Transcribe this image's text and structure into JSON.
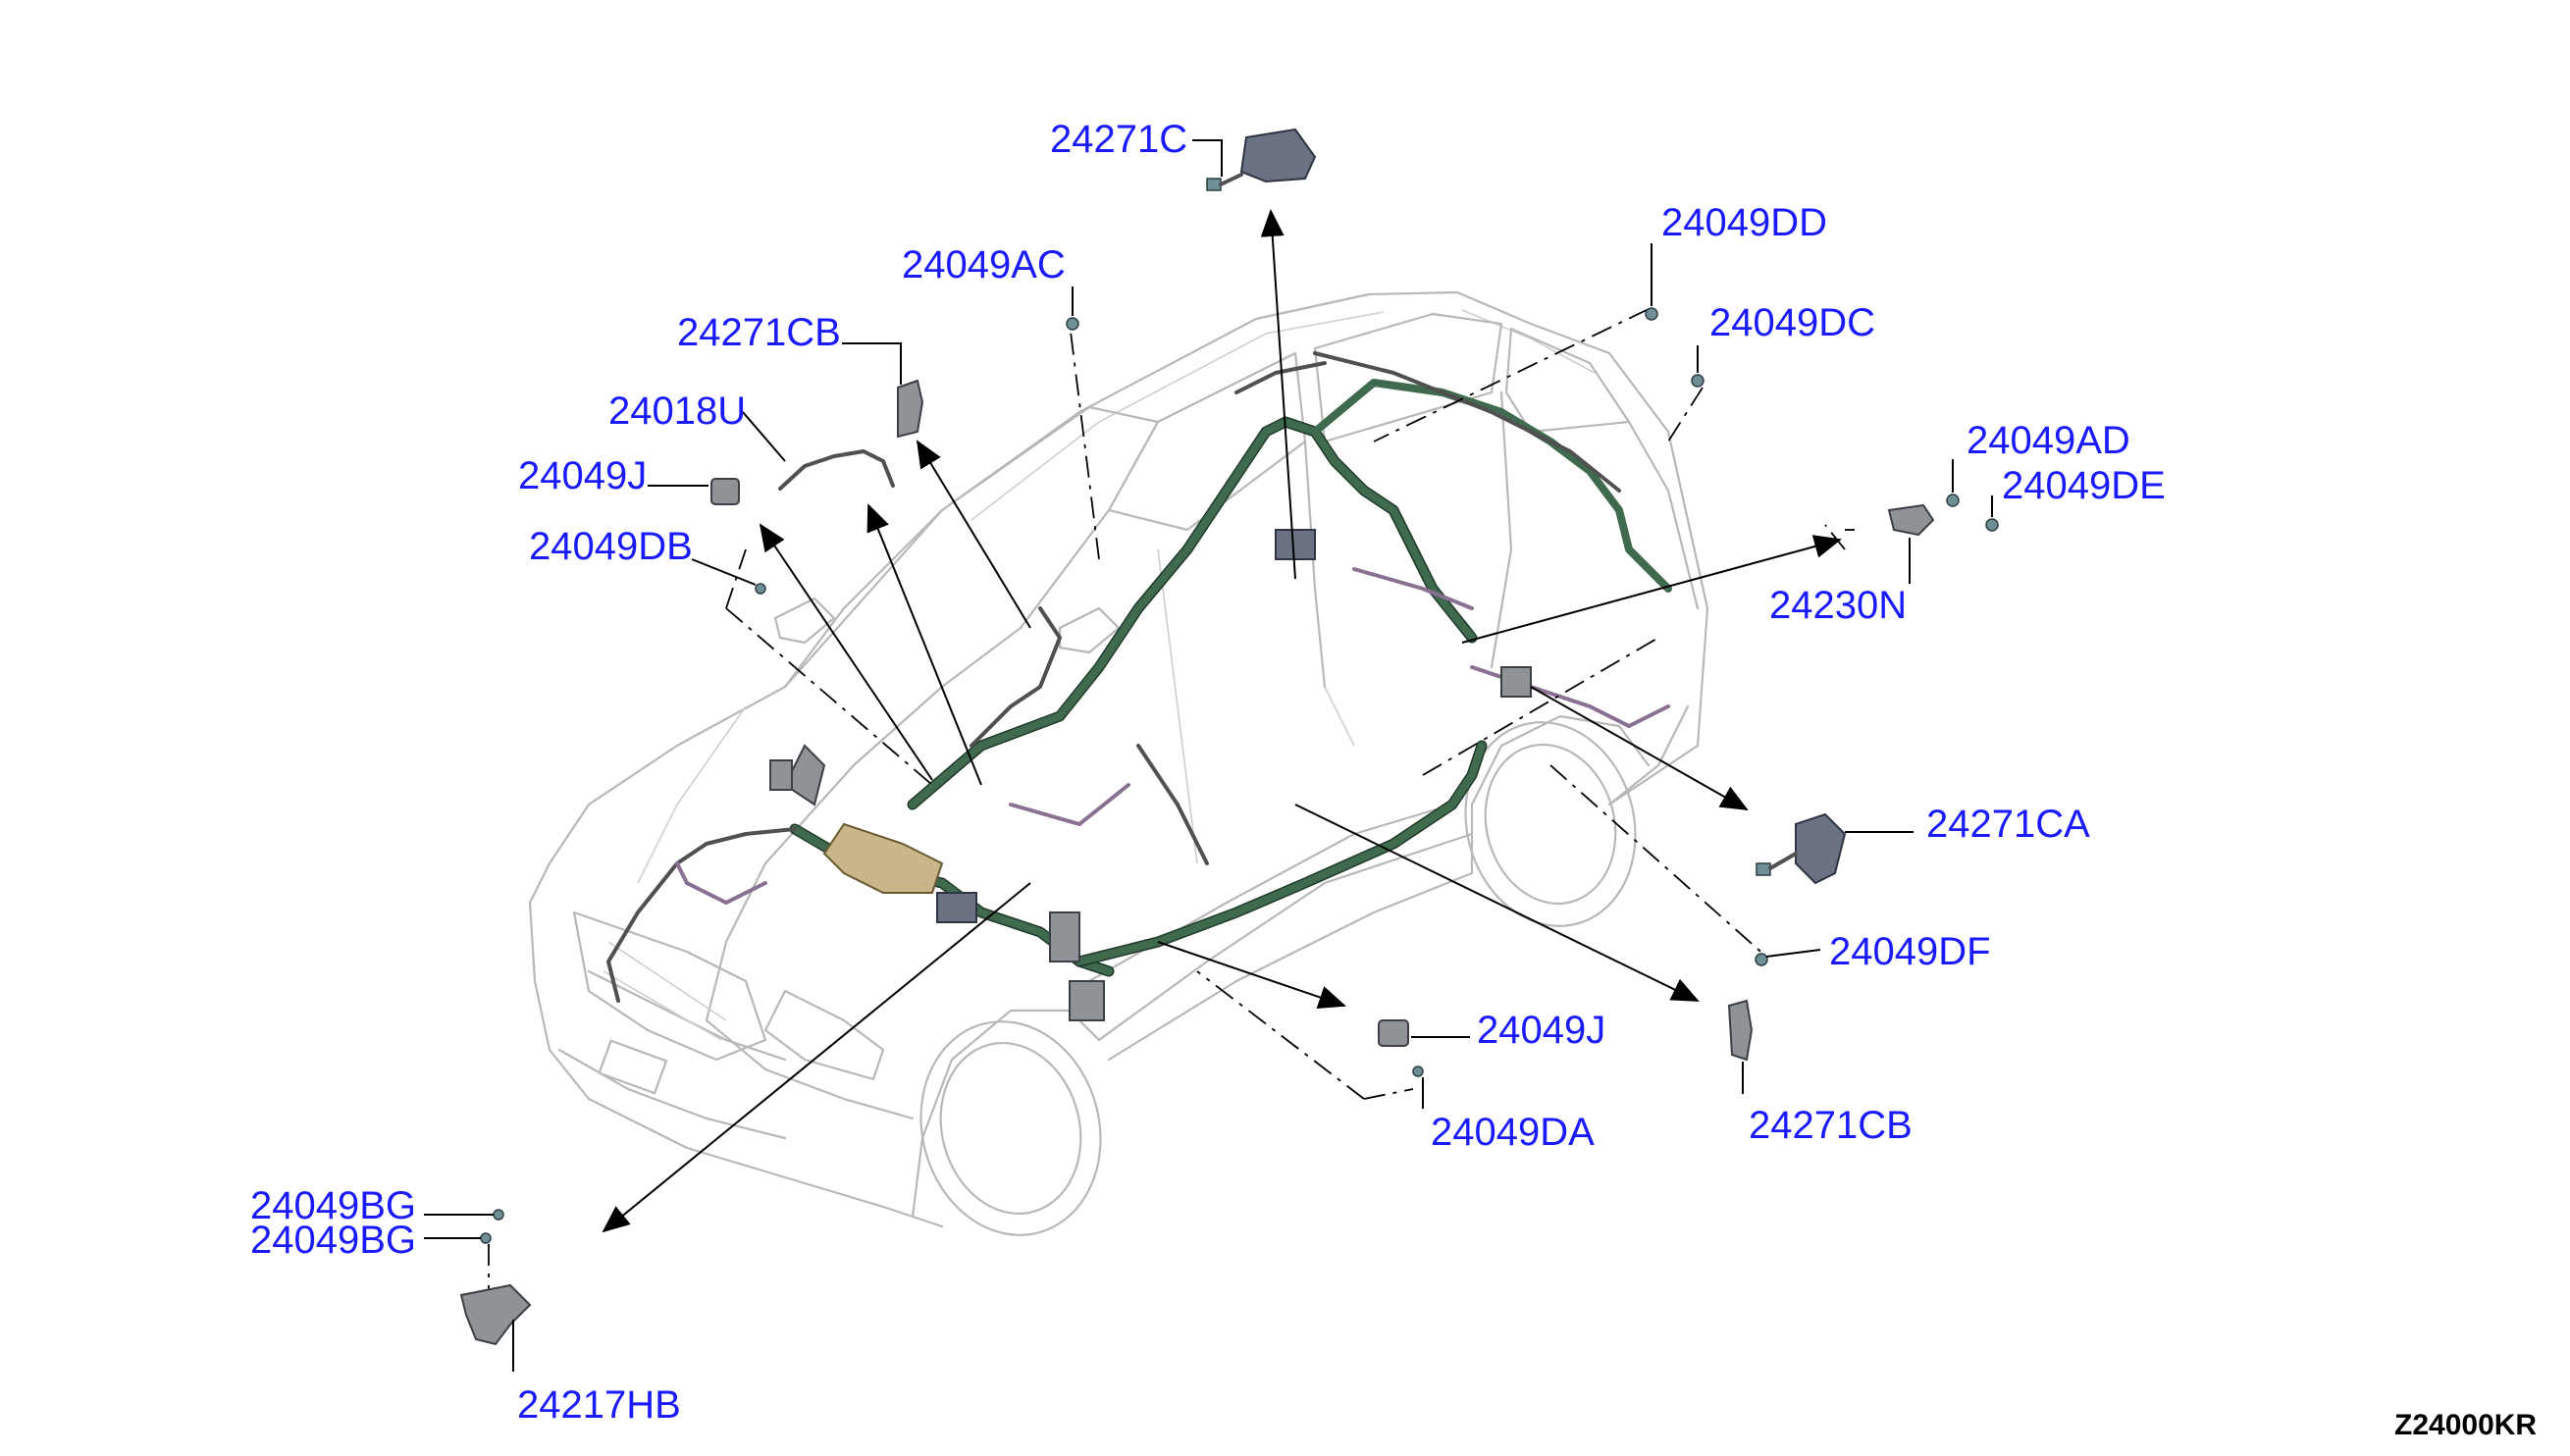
{
  "diagram": {
    "diagram_code": "Z24000KR",
    "callouts": [
      {
        "id": "24271C_top",
        "text": "24271C"
      },
      {
        "id": "24049AC",
        "text": "24049AC"
      },
      {
        "id": "24049DD",
        "text": "24049DD"
      },
      {
        "id": "24049DC",
        "text": "24049DC"
      },
      {
        "id": "24271CB_left",
        "text": "24271CB"
      },
      {
        "id": "24018U",
        "text": "24018U"
      },
      {
        "id": "24049J_left",
        "text": "24049J"
      },
      {
        "id": "24049DB",
        "text": "24049DB"
      },
      {
        "id": "24049AD",
        "text": "24049AD"
      },
      {
        "id": "24049DE",
        "text": "24049DE"
      },
      {
        "id": "24230N",
        "text": "24230N"
      },
      {
        "id": "24271CA",
        "text": "24271CA"
      },
      {
        "id": "24049DF",
        "text": "24049DF"
      },
      {
        "id": "24049J_right",
        "text": "24049J"
      },
      {
        "id": "24049DA",
        "text": "24049DA"
      },
      {
        "id": "24271CB_right",
        "text": "24271CB"
      },
      {
        "id": "24049BG_1",
        "text": "24049BG"
      },
      {
        "id": "24049BG_2",
        "text": "24049BG"
      },
      {
        "id": "24217HB",
        "text": "24217HB"
      }
    ],
    "colors": {
      "label": "#1a1aff",
      "leader": "#000000",
      "car_outline": "#b8b8b8",
      "harness": "#3f6a4e",
      "background": "#ffffff"
    }
  }
}
